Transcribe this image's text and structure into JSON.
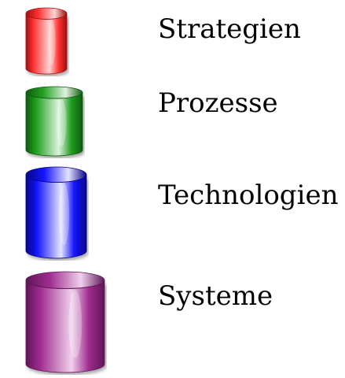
{
  "items": [
    {
      "label": "Strategien",
      "color": "#ff3030",
      "dark": "#9e1010",
      "light": "#ffd4d4",
      "icon": "cylinder"
    },
    {
      "label": "Prozesse",
      "color": "#20a020",
      "dark": "#0f5a0f",
      "light": "#dff2df",
      "icon": "cylinder"
    },
    {
      "label": "Technologien",
      "color": "#1414ff",
      "dark": "#050587",
      "light": "#e4e4ff",
      "icon": "cylinder"
    },
    {
      "label": "Systeme",
      "color": "#9f2c8f",
      "dark": "#5e1657",
      "light": "#f0d0ed",
      "icon": "cylinder"
    }
  ]
}
